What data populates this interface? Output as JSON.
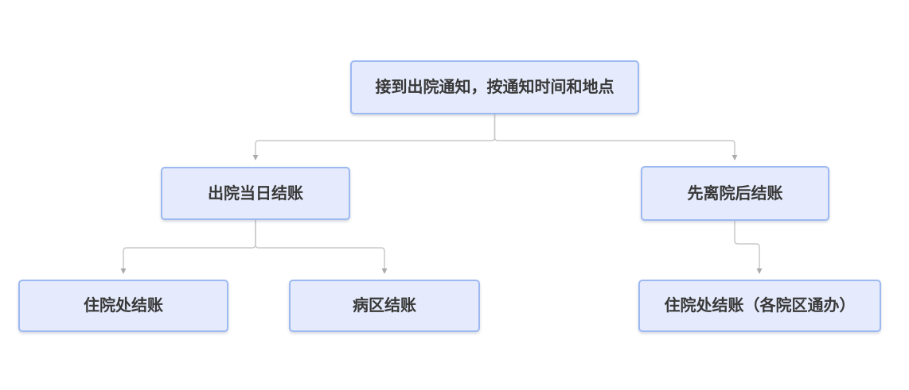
{
  "diagram": {
    "type": "flowchart",
    "background": "#ffffff",
    "node_fill": "#e5ebfc",
    "node_border": "#9db9f1",
    "connector_color": "#c9c9c9",
    "arrow_color": "#ababab",
    "text_color": "#383838",
    "nodes": [
      {
        "id": "discharge-notice",
        "label": "接到出院通知，按通知时间和地点"
      },
      {
        "id": "settle-same-day",
        "label": "出院当日结账"
      },
      {
        "id": "leave-then-settle",
        "label": "先离院后结账"
      },
      {
        "id": "settle-inpatient-office",
        "label": "住院处结账"
      },
      {
        "id": "settle-ward",
        "label": "病区结账"
      },
      {
        "id": "settle-inpatient-office-any-campus",
        "label": "住院处结账（各院区通办）"
      }
    ],
    "edges": [
      {
        "from": "discharge-notice",
        "to": "settle-same-day"
      },
      {
        "from": "discharge-notice",
        "to": "leave-then-settle"
      },
      {
        "from": "settle-same-day",
        "to": "settle-inpatient-office"
      },
      {
        "from": "settle-same-day",
        "to": "settle-ward"
      },
      {
        "from": "leave-then-settle",
        "to": "settle-inpatient-office-any-campus"
      }
    ]
  }
}
